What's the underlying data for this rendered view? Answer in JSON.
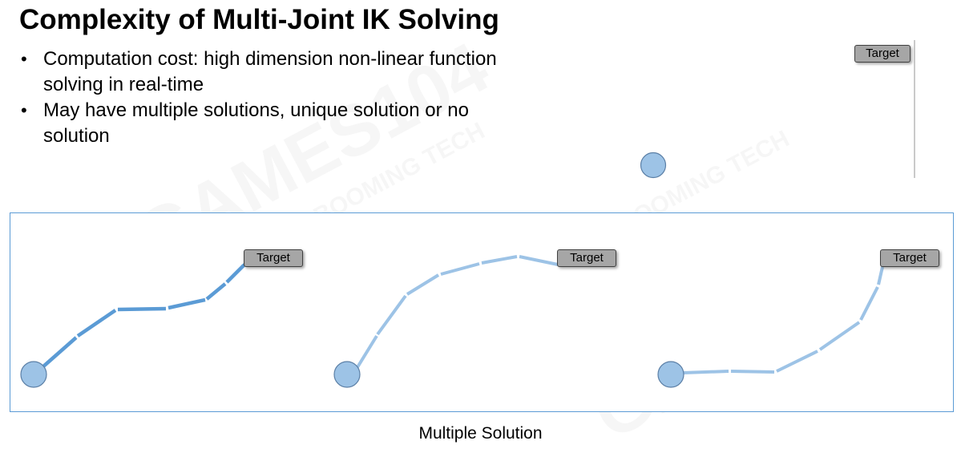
{
  "slide": {
    "title": "Complexity of Multi-Joint IK Solving",
    "bullets": [
      {
        "marker": "•",
        "text": "Computation cost: high dimension non-linear function solving in real-time"
      },
      {
        "marker": "•",
        "text": "May have multiple solutions, unique solution or no solution"
      }
    ],
    "caption": "Multiple Solution"
  },
  "top_figure": {
    "target_label": "Target"
  },
  "panels": [
    {
      "target_label": "Target",
      "chain_color": "#5b9bd5"
    },
    {
      "target_label": "Target",
      "chain_color": "#9dc3e6"
    },
    {
      "target_label": "Target",
      "chain_color": "#9dc3e6"
    }
  ],
  "watermark": {
    "text_large": "GAMES104",
    "text_small": "BOOMING TECH"
  },
  "colors": {
    "frame_border": "#5b9bd5",
    "root_joint_fill": "#9dc3e6",
    "root_joint_stroke": "#5b7fa6",
    "target_fill": "#a6a6a6",
    "target_border": "#404040"
  }
}
